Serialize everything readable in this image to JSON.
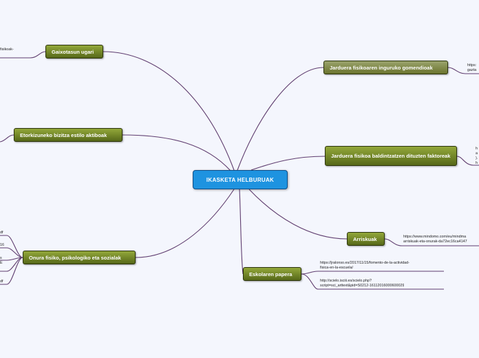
{
  "central": {
    "label": "IKASKETA HELBURUAK"
  },
  "topics": {
    "gaixotasun": {
      "label": "Gaixotasun ugari"
    },
    "etorkizuneko": {
      "label": "Etorkizuneko bizitza estilo aktiboak"
    },
    "onura": {
      "label": "Onura fisiko, psikologiko eta sozialak"
    },
    "jarduera_ingurua": {
      "label": "Jarduera fisikoaren inguruko gomendioak"
    },
    "jarduera_faktoreak": {
      "label": "Jarduera fisikoa baldintzatzen dituzten faktoreak"
    },
    "arriskuak": {
      "label": "Arriskuak"
    },
    "eskolaren": {
      "label": "Eskolaren papera"
    }
  },
  "notes": {
    "gaixotasun": [
      "fisikoak-"
    ],
    "jarduera_ingurua": [
      "https:",
      "gazta"
    ],
    "jarduera_faktoreak": [
      "h",
      "a",
      ").",
      "h"
    ],
    "arriskuak": [
      "https://www.mindomo.com/eu/mindma",
      "arriskuak-eta-onurak-da72ec16ca4147"
    ],
    "eskolaren_1": [
      "https://jralonso.es/2017/11/15/fomento-de-la-actividad-",
      "fisica-en-la-escuela/"
    ],
    "eskolaren_2": [
      "http://scielo.isciii.es/scielo.php?",
      "script=sci_arttext&pid=S0212-16112016000600029"
    ],
    "onura_left": [
      "df",
      "16",
      "s",
      "E",
      "df"
    ]
  }
}
